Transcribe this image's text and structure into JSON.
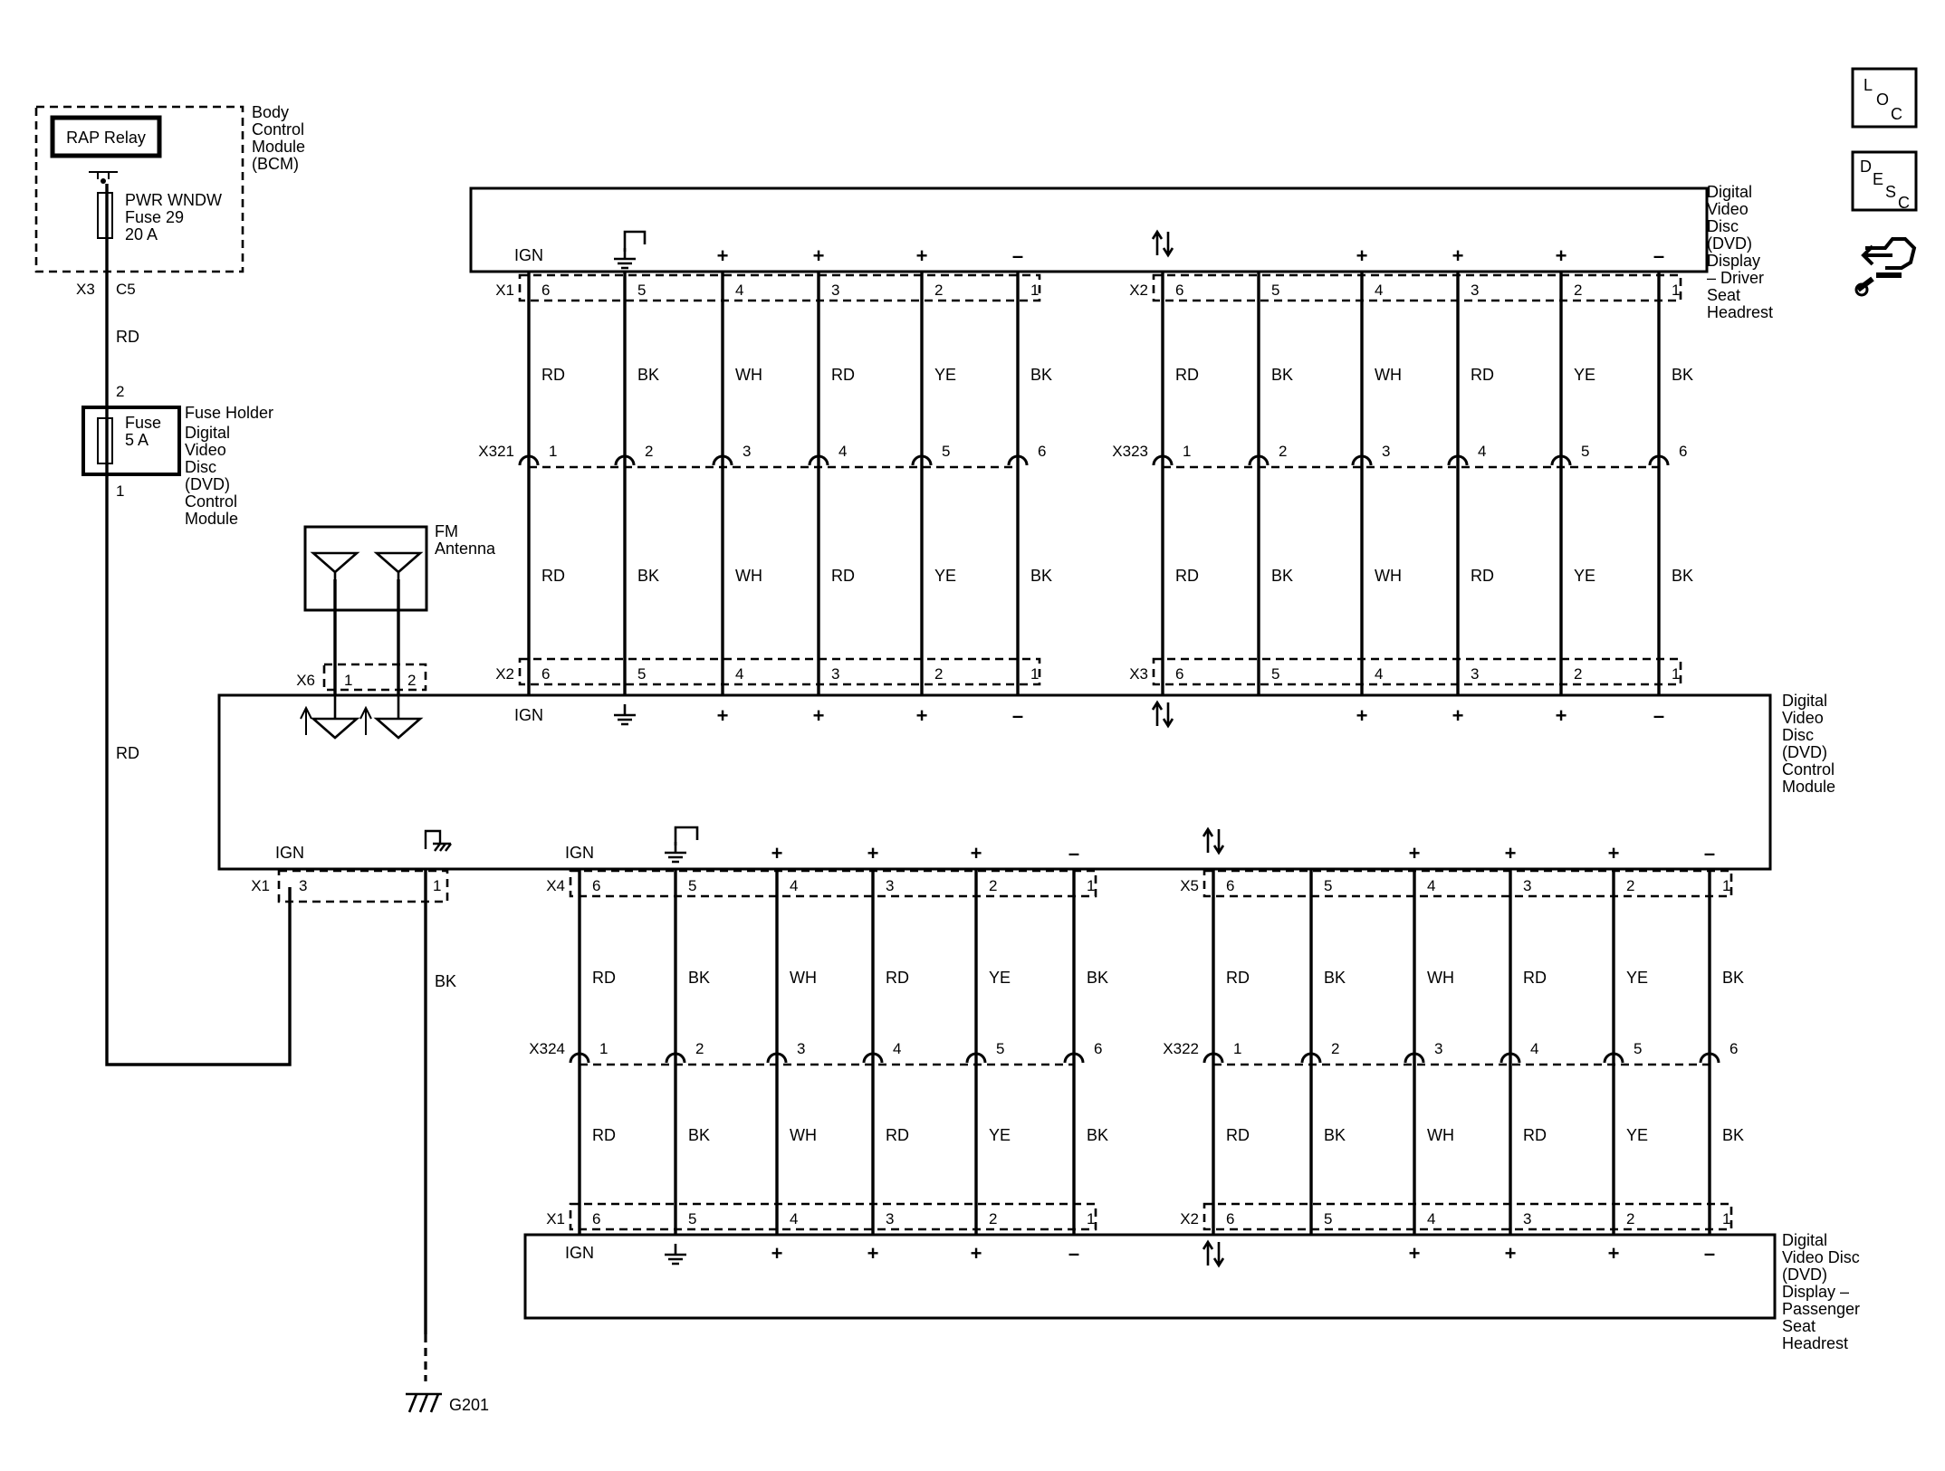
{
  "bcm": {
    "relay_label": "RAP Relay",
    "module_label": [
      "Body",
      "Control",
      "Module",
      "(BCM)"
    ],
    "fuse_label": [
      "PWR WNDW",
      "Fuse 29",
      "20 A"
    ],
    "conn": "X3",
    "pin": "C5",
    "wire": "RD"
  },
  "fuse_holder": {
    "title": "Fuse Holder",
    "fuse_label": [
      "Fuse",
      "5 A"
    ],
    "module_label": [
      "Digital",
      "Video",
      "Disc",
      "(DVD)",
      "Control",
      "Module"
    ],
    "pin_in": "2",
    "pin_out": "1",
    "wire_out": "RD"
  },
  "fm_antenna": {
    "label": [
      "FM",
      "Antenna"
    ],
    "conn": "X6",
    "pins": [
      "1",
      "2"
    ]
  },
  "driver_display": {
    "label": [
      "Digital",
      "Video",
      "Disc",
      "(DVD)",
      "Display",
      "– Driver",
      "Seat",
      "Headrest"
    ],
    "groups": [
      {
        "conn": "X1",
        "pins": [
          "6",
          "5",
          "4",
          "3",
          "2",
          "1"
        ],
        "syms": [
          "IGN",
          "",
          "+",
          "+",
          "+",
          "–"
        ],
        "wires": [
          "RD",
          "BK",
          "WH",
          "RD",
          "YE",
          "BK"
        ]
      },
      {
        "conn": "X2",
        "pins": [
          "6",
          "5",
          "4",
          "3",
          "2",
          "1"
        ],
        "syms": [
          "",
          "",
          "+",
          "+",
          "+",
          "–"
        ],
        "wires": [
          "RD",
          "BK",
          "WH",
          "RD",
          "YE",
          "BK"
        ]
      }
    ]
  },
  "inline_top": [
    {
      "conn": "X321",
      "pins": [
        "1",
        "2",
        "3",
        "4",
        "5",
        "6"
      ],
      "wires": [
        "RD",
        "BK",
        "WH",
        "RD",
        "YE",
        "BK"
      ]
    },
    {
      "conn": "X323",
      "pins": [
        "1",
        "2",
        "3",
        "4",
        "5",
        "6"
      ],
      "wires": [
        "RD",
        "BK",
        "WH",
        "RD",
        "YE",
        "BK"
      ]
    }
  ],
  "control_module": {
    "label": [
      "Digital",
      "Video",
      "Disc",
      "(DVD)",
      "Control",
      "Module"
    ],
    "top_groups": [
      {
        "conn": "X2",
        "pins": [
          "6",
          "5",
          "4",
          "3",
          "2",
          "1"
        ],
        "syms": [
          "IGN",
          "",
          "+",
          "+",
          "+",
          "–"
        ]
      },
      {
        "conn": "X3",
        "pins": [
          "6",
          "5",
          "4",
          "3",
          "2",
          "1"
        ],
        "syms": [
          "",
          "",
          "+",
          "+",
          "+",
          "–"
        ]
      }
    ],
    "x1": {
      "conn": "X1",
      "pins": [
        "3",
        "1"
      ],
      "syms": [
        "IGN",
        ""
      ]
    },
    "bottom_groups": [
      {
        "conn": "X4",
        "pins": [
          "6",
          "5",
          "4",
          "3",
          "2",
          "1"
        ],
        "syms": [
          "IGN",
          "",
          "+",
          "+",
          "+",
          "–"
        ],
        "wires": [
          "RD",
          "BK",
          "WH",
          "RD",
          "YE",
          "BK"
        ]
      },
      {
        "conn": "X5",
        "pins": [
          "6",
          "5",
          "4",
          "3",
          "2",
          "1"
        ],
        "syms": [
          "",
          "",
          "+",
          "+",
          "+",
          "–"
        ],
        "wires": [
          "RD",
          "BK",
          "WH",
          "RD",
          "YE",
          "BK"
        ]
      }
    ],
    "ground_wire": "BK"
  },
  "inline_bottom": [
    {
      "conn": "X324",
      "pins": [
        "1",
        "2",
        "3",
        "4",
        "5",
        "6"
      ],
      "wires": [
        "RD",
        "BK",
        "WH",
        "RD",
        "YE",
        "BK"
      ]
    },
    {
      "conn": "X322",
      "pins": [
        "1",
        "2",
        "3",
        "4",
        "5",
        "6"
      ],
      "wires": [
        "RD",
        "BK",
        "WH",
        "RD",
        "YE",
        "BK"
      ]
    }
  ],
  "passenger_display": {
    "label": [
      "Digital",
      "Video Disc",
      "(DVD)",
      "Display –",
      "Passenger",
      "Seat",
      "Headrest"
    ],
    "groups": [
      {
        "conn": "X1",
        "pins": [
          "6",
          "5",
          "4",
          "3",
          "2",
          "1"
        ],
        "syms": [
          "IGN",
          "",
          "+",
          "+",
          "+",
          "–"
        ]
      },
      {
        "conn": "X2",
        "pins": [
          "6",
          "5",
          "4",
          "3",
          "2",
          "1"
        ],
        "syms": [
          "",
          "",
          "+",
          "+",
          "+",
          "–"
        ]
      }
    ]
  },
  "ground": {
    "label": "G201"
  },
  "side_icons": {
    "loc": [
      "L",
      "O",
      "C"
    ],
    "desc": [
      "D",
      "E",
      "S",
      "C"
    ],
    "icons": [
      "loc-icon",
      "desc-icon",
      "repair-icon"
    ]
  }
}
